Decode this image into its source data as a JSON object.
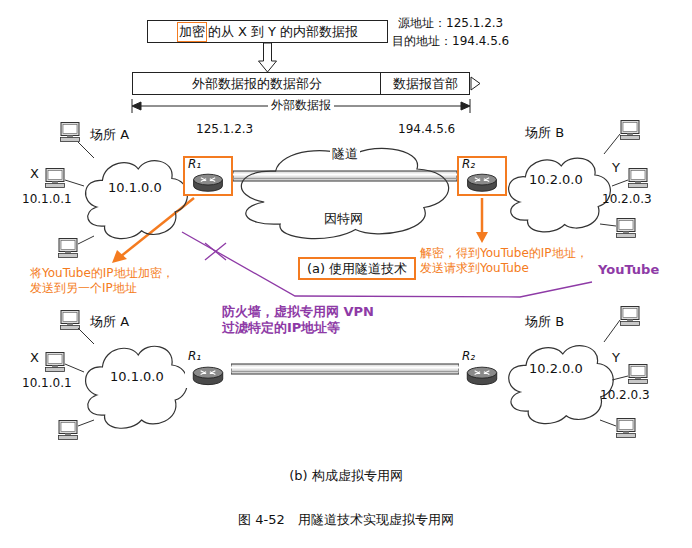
{
  "diagram": {
    "caption": "图 4-52　用隧道技术实现虚拟专用网",
    "nodes": [
      {
        "text": [
          "加密",
          "的从 X 到 Y 的内部数据报"
        ]
      },
      {
        "text": [
          "外部数据报的数据部分"
        ]
      },
      {
        "text": [
          "数据报首部"
        ]
      },
      {
        "text": [
          "场所 A",
          "10.1.0.0"
        ]
      },
      {
        "text": [
          "R₁"
        ]
      },
      {
        "text": [
          "因特网"
        ]
      },
      {
        "text": [
          "R₂"
        ]
      },
      {
        "text": [
          "场所 B",
          "10.2.0.0"
        ]
      },
      {
        "text": [
          "(a) 使用隧道技术"
        ]
      },
      {
        "text": [
          "场所 A",
          "10.1.0.0"
        ]
      },
      {
        "text": [
          "R₁"
        ]
      },
      {
        "text": [
          "R₂"
        ]
      },
      {
        "text": [
          "场所 B",
          "10.2.0.0"
        ]
      }
    ],
    "edges": [
      {
        "from": 0,
        "to": 1,
        "arrow": "to"
      },
      {
        "from": 4,
        "to": 6,
        "arrow": "none",
        "label": "隧道"
      },
      {
        "from": 10,
        "to": 11,
        "arrow": "none"
      }
    ],
    "labels": [
      "源地址：125.1.2.3",
      "目的地址：194.4.5.6",
      "外部数据报",
      "125.1.2.3",
      "194.4.5.6",
      "X",
      "10.1.0.1",
      "Y",
      "10.2.0.3",
      "将YouTube的IP地址加密， 发送到另一个IP地址",
      "解密，得到YouTube的IP地址， 发送请求到YouTube",
      "YouTube",
      "防火墙，虚拟专用网 VPN 过滤特定的IP地址等",
      "X",
      "10.1.0.1",
      "Y",
      "10.2.0.3",
      "(b) 构成虚拟专用网"
    ]
  }
}
